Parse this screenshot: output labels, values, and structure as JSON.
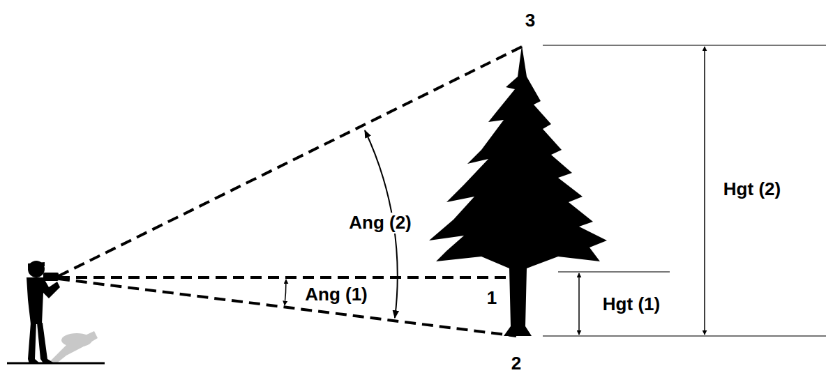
{
  "diagram": {
    "labels": [
      "3",
      "Hgt (2)",
      "Ang (2)",
      "Ang (1)",
      "1",
      "Hgt (1)",
      "2"
    ]
  }
}
